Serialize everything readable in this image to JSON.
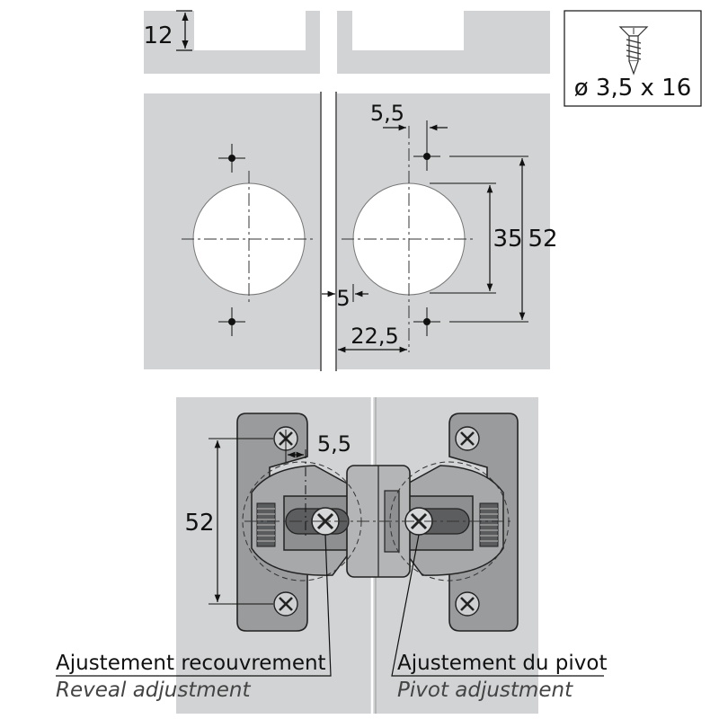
{
  "dimensions": {
    "top_panel_thickness": "12",
    "screw_spec": "ø 3,5 x 16",
    "screw_offset": "5,5",
    "cup_pitch_small": "35",
    "cup_pitch_large": "52",
    "edge_offset": "5",
    "cup_center_distance": "22,5",
    "hinge_height": "52",
    "hinge_offset": "5,5"
  },
  "captions": {
    "left_fr": "Ajustement recouvrement",
    "left_en": "Reveal adjustment",
    "right_fr": "Ajustement du pivot",
    "right_en": "Pivot adjustment"
  }
}
